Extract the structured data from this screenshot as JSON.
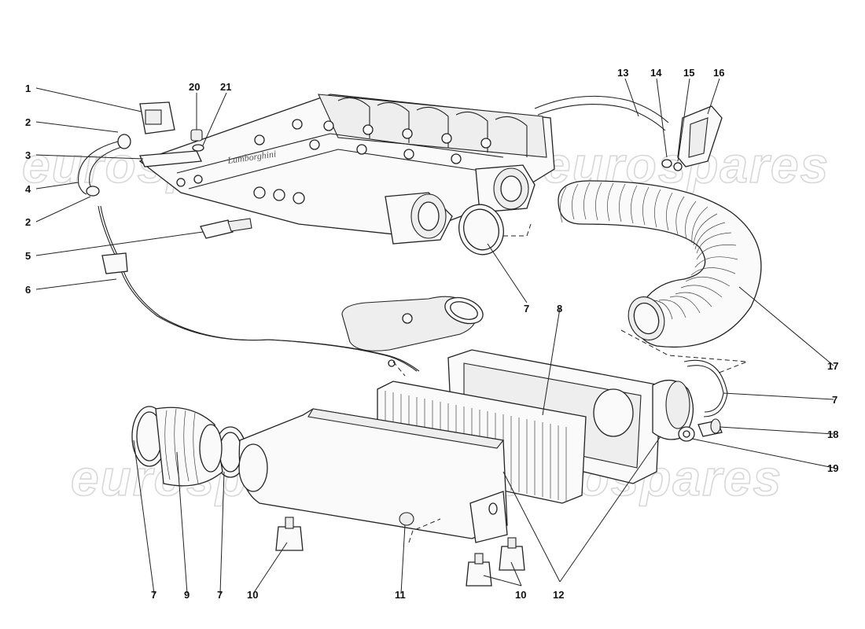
{
  "watermarks": [
    "eurospares",
    "eurospares",
    "eurospares"
  ],
  "callouts": [
    "1",
    "2",
    "3",
    "4",
    "2",
    "5",
    "6",
    "20",
    "21",
    "13",
    "14",
    "15",
    "16",
    "7",
    "8",
    "17",
    "7",
    "18",
    "19",
    "7",
    "9",
    "7",
    "10",
    "11",
    "10",
    "12"
  ],
  "colors": {
    "line": "#222222",
    "watermark": "#d8d8d8",
    "background": "#ffffff"
  }
}
